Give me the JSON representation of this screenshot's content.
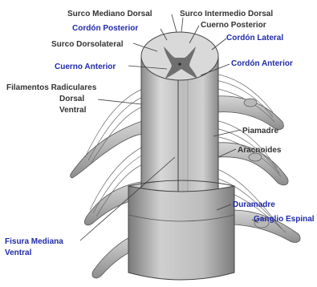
{
  "labels": {
    "surco_mediano_dorsal": "Surco Mediano Dorsal",
    "surco_intermedio_dorsal": "Surco Intermedio Dorsal",
    "cuerno_posterior": "Cuerno Posterior",
    "cordon_posterior": "Cordón Posterior",
    "cordon_lateral": "Cordón Lateral",
    "surco_dorsolateral": "Surco Dorsolateral",
    "cuerno_anterior": "Cuerno Anterior",
    "cordon_anterior": "Cordón Anterior",
    "filamentos_radiculares": "Filamentos Radiculares",
    "dorsal": "Dorsal",
    "ventral": "Ventral",
    "piamadre": "Piamadre",
    "aracnoides": "Aracnoides",
    "duramadre": "Duramadre",
    "ganglio_espinal": "Ganglio Espinal",
    "fisura_mediana_ventral_1": "Fisura Mediana",
    "fisura_mediana_ventral_2": "Ventral"
  },
  "colors": {
    "blue_label": "#1f2aa8",
    "dark_label": "#333333",
    "cord": "#c9c9c9",
    "gray_matter": "#6f6f6f",
    "dura": "#bdbdbd",
    "background": "#ffffff"
  }
}
